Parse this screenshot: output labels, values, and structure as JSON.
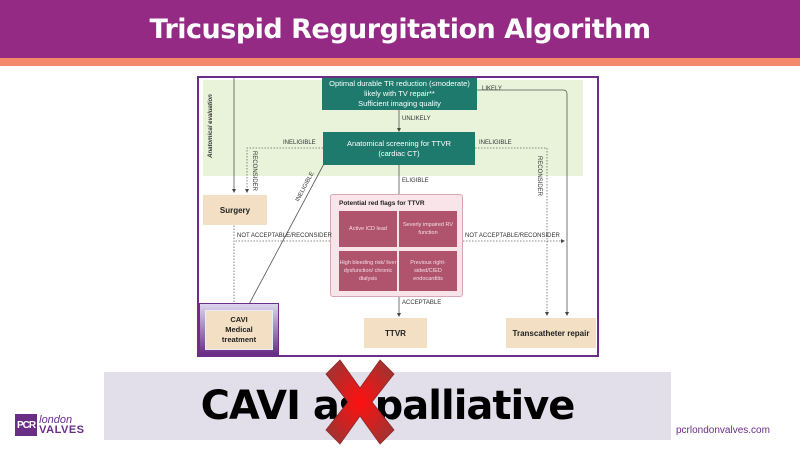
{
  "header": {
    "title": "Tricuspid Regurgitation Algorithm"
  },
  "diagram": {
    "section_label": "Anatomical evaluation",
    "nodes": {
      "optimal": [
        "Optimal  durable TR reduction (≤moderate)",
        "likely with TV repair**",
        "Sufficient imaging quality"
      ],
      "screening": [
        "Anatomical screening  for TTVR",
        "(cardiac CT)"
      ],
      "surgery": "Surgery",
      "cavi": [
        "CAVI",
        "Medical",
        "treatment"
      ],
      "ttvr": "TTVR",
      "transcatheter_repair": "Transcatheter repair"
    },
    "red_flags": {
      "title": "Potential red flags for TTVR",
      "items": [
        "Active ICD lead",
        "Severly impaired RV function",
        "High bleeding risk/ liver dysfunction/ chronic dialysis",
        "Previous right-sided/CIED endocarditis"
      ]
    },
    "edge_labels": {
      "likely": "LIKELY",
      "unlikely": "UNLIKELY",
      "ineligible_left": "INELIGIBLE",
      "ineligible_right": "INELIGIBLE",
      "ineligible_diag": "INELIGIBLE",
      "reconsider_left": "RECONSIDER",
      "reconsider_right": "RECONSIDER",
      "eligible": "ELIGIBLE",
      "not_acceptable_left": "NOT ACCEPTABLE/RECONSIDER",
      "not_acceptable_right": "NOT ACCEPTABLE/RECONSIDER",
      "acceptable": "ACCEPTABLE"
    }
  },
  "banner": {
    "text": "CAVI as palliative",
    "overlay_icon": "red-x-icon"
  },
  "footer": {
    "logo_pcr": "PCR",
    "logo_london": "london",
    "logo_valves": "VALVES",
    "url": "pcrlondonvalves.com"
  },
  "colors": {
    "header": "#952a85",
    "stripe": "#f4896b",
    "teal": "#1d7a6c",
    "beige": "#f2dfc4",
    "flag": "#b0546e",
    "frame": "#6a2e86"
  }
}
